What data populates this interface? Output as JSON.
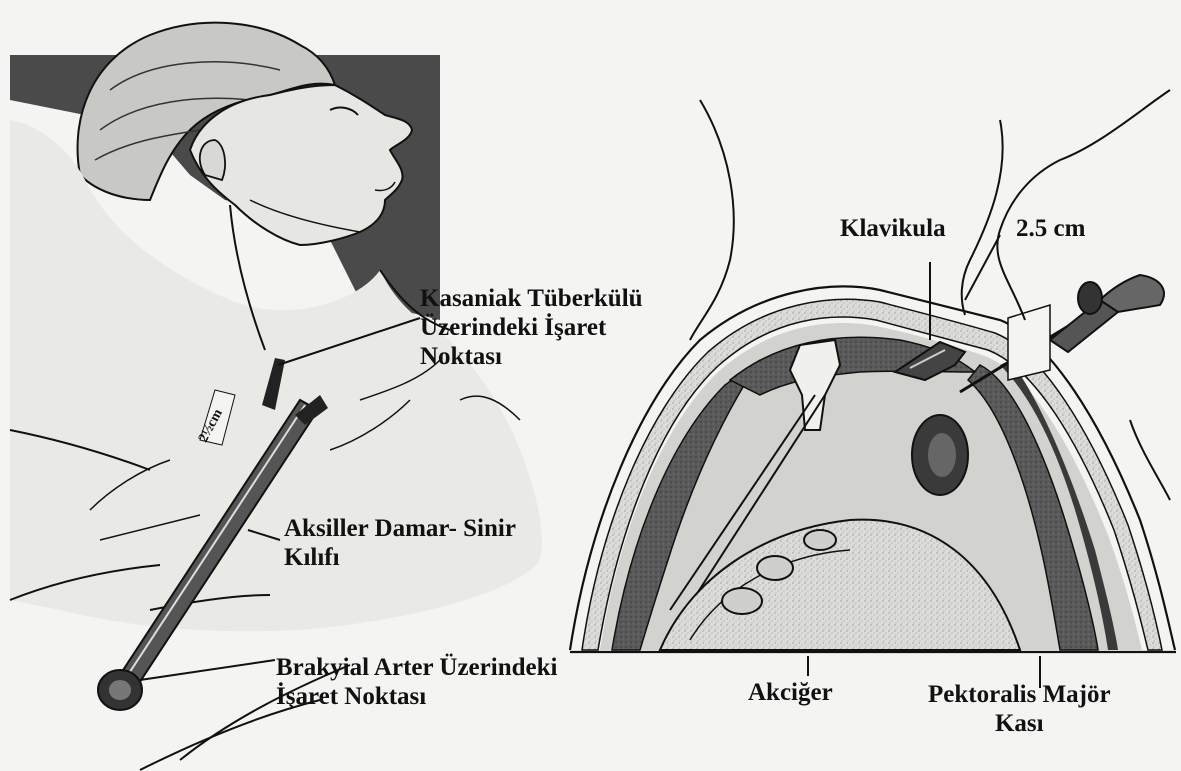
{
  "labels": {
    "kasaniak": [
      "Kasaniak Tüberkülü",
      "Üzerindeki İşaret",
      "Noktası"
    ],
    "aksiller": [
      "Aksiller Damar- Sinir",
      "Kılıfı"
    ],
    "brakiyal": [
      "Brakyial Arter Üzerindeki",
      "İşaret Noktası"
    ],
    "klavikula": "Klavikula",
    "distance": "2.5 cm",
    "akciger": "Akciğer",
    "pektoralis": [
      "Pektoralis Majör",
      "Kası"
    ],
    "needle_scale": "2½cm"
  },
  "colors": {
    "background": "#f4f4f2",
    "ink": "#111111",
    "dark_shade": "#4a4a4a",
    "mid_shade": "#8a8a8a",
    "light_shade": "#d6d6d2"
  }
}
